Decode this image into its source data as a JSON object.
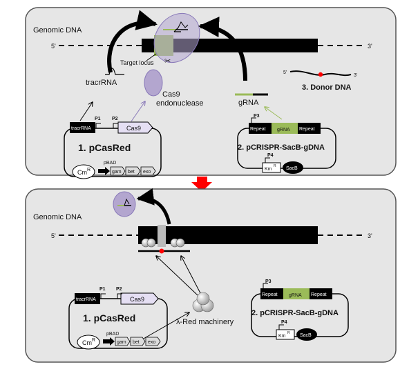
{
  "panel_top": {
    "genomic_label": "Genomic DNA",
    "five_prime": "5'",
    "three_prime": "3'",
    "target_locus": "Target locus",
    "tracrRNA": "tracrRNA",
    "cas9_line1": "Cas9",
    "cas9_line2": "endonuclease",
    "gRNA": "gRNA",
    "donor_label": "3. Donor DNA",
    "donor_5": "5'",
    "donor_3": "3'",
    "plasmid1": {
      "name": "1. pCasRed",
      "p1": "P1",
      "p2": "P2",
      "tracr_box": "tracrRNA",
      "cas9_box": "Cas9",
      "cm": "Cm",
      "cm_sup": "R",
      "pbad": "pBAD",
      "gam": "gam",
      "bet": "bet",
      "exo": "exo"
    },
    "plasmid2": {
      "name": "2. pCRISPR-SacB-gDNA",
      "p3": "P3",
      "p4": "P4",
      "repeat1": "Repeat",
      "grna": "gRNA",
      "repeat2": "Repeat",
      "km": "Km",
      "km_sup": "R",
      "sacb": "SacB"
    }
  },
  "panel_bottom": {
    "genomic_label": "Genomic DNA",
    "five_prime": "5'",
    "three_prime": "3'",
    "red_machinery": "λ-Red machinery",
    "plasmid1": {
      "name": "1. pCasRed",
      "p1": "P1",
      "p2": "P2",
      "tracr_box": "tracrRNA",
      "cas9_box": "Cas9",
      "cm": "Cm",
      "cm_sup": "R",
      "pbad": "pBAD",
      "gam": "gam",
      "bet": "bet",
      "exo": "exo"
    },
    "plasmid2": {
      "name": "2. pCRISPR-SacB-gDNA",
      "p3": "P3",
      "p4": "P4",
      "repeat1": "Repeat",
      "grna": "gRNA",
      "repeat2": "Repeat",
      "km": "Km",
      "km_sup": "R",
      "sacb": "SacB"
    }
  },
  "colors": {
    "panel_bg": "#e6e6e6",
    "green": "#9bbb59",
    "cas9_purple": "#b3a6cf",
    "cas9_box": "#e5dff3",
    "red": "#ff0000"
  }
}
